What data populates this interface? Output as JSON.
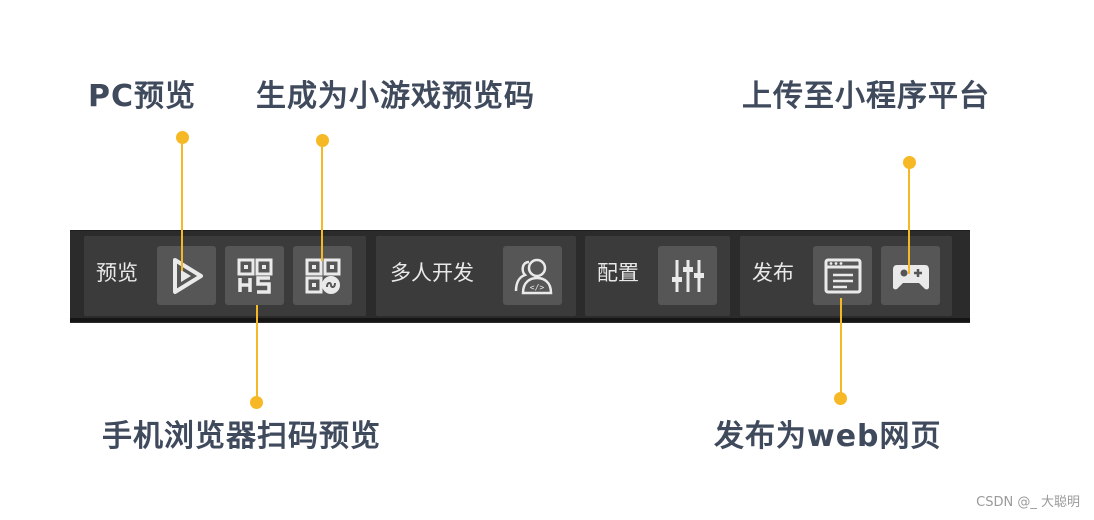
{
  "annotations": {
    "pc_preview": "PC预览",
    "mini_game_qr": "生成为小游戏预览码",
    "upload_mini_program": "上传至小程序平台",
    "mobile_qr_preview": "手机浏览器扫码预览",
    "publish_web": "发布为web网页"
  },
  "toolbar": {
    "preview": {
      "label": "预览",
      "buttons": [
        {
          "icon": "play-icon"
        },
        {
          "icon": "qr-h5-icon"
        },
        {
          "icon": "mini-program-qr-icon"
        }
      ]
    },
    "multiplayer": {
      "label": "多人开发",
      "buttons": [
        {
          "icon": "developer-user-icon"
        }
      ]
    },
    "config": {
      "label": "配置",
      "buttons": [
        {
          "icon": "sliders-icon"
        }
      ]
    },
    "publish": {
      "label": "发布",
      "buttons": [
        {
          "icon": "web-page-icon"
        },
        {
          "icon": "gamepad-icon"
        }
      ]
    }
  },
  "colors": {
    "accent": "#f6b824",
    "annotation_text": "#3f4a5c",
    "toolbar_bg": "#2b2b2b",
    "group_bg": "#3b3b3b",
    "button_bg": "#565656",
    "icon": "#eaeaea"
  },
  "watermark": "CSDN @_ 大聪明"
}
